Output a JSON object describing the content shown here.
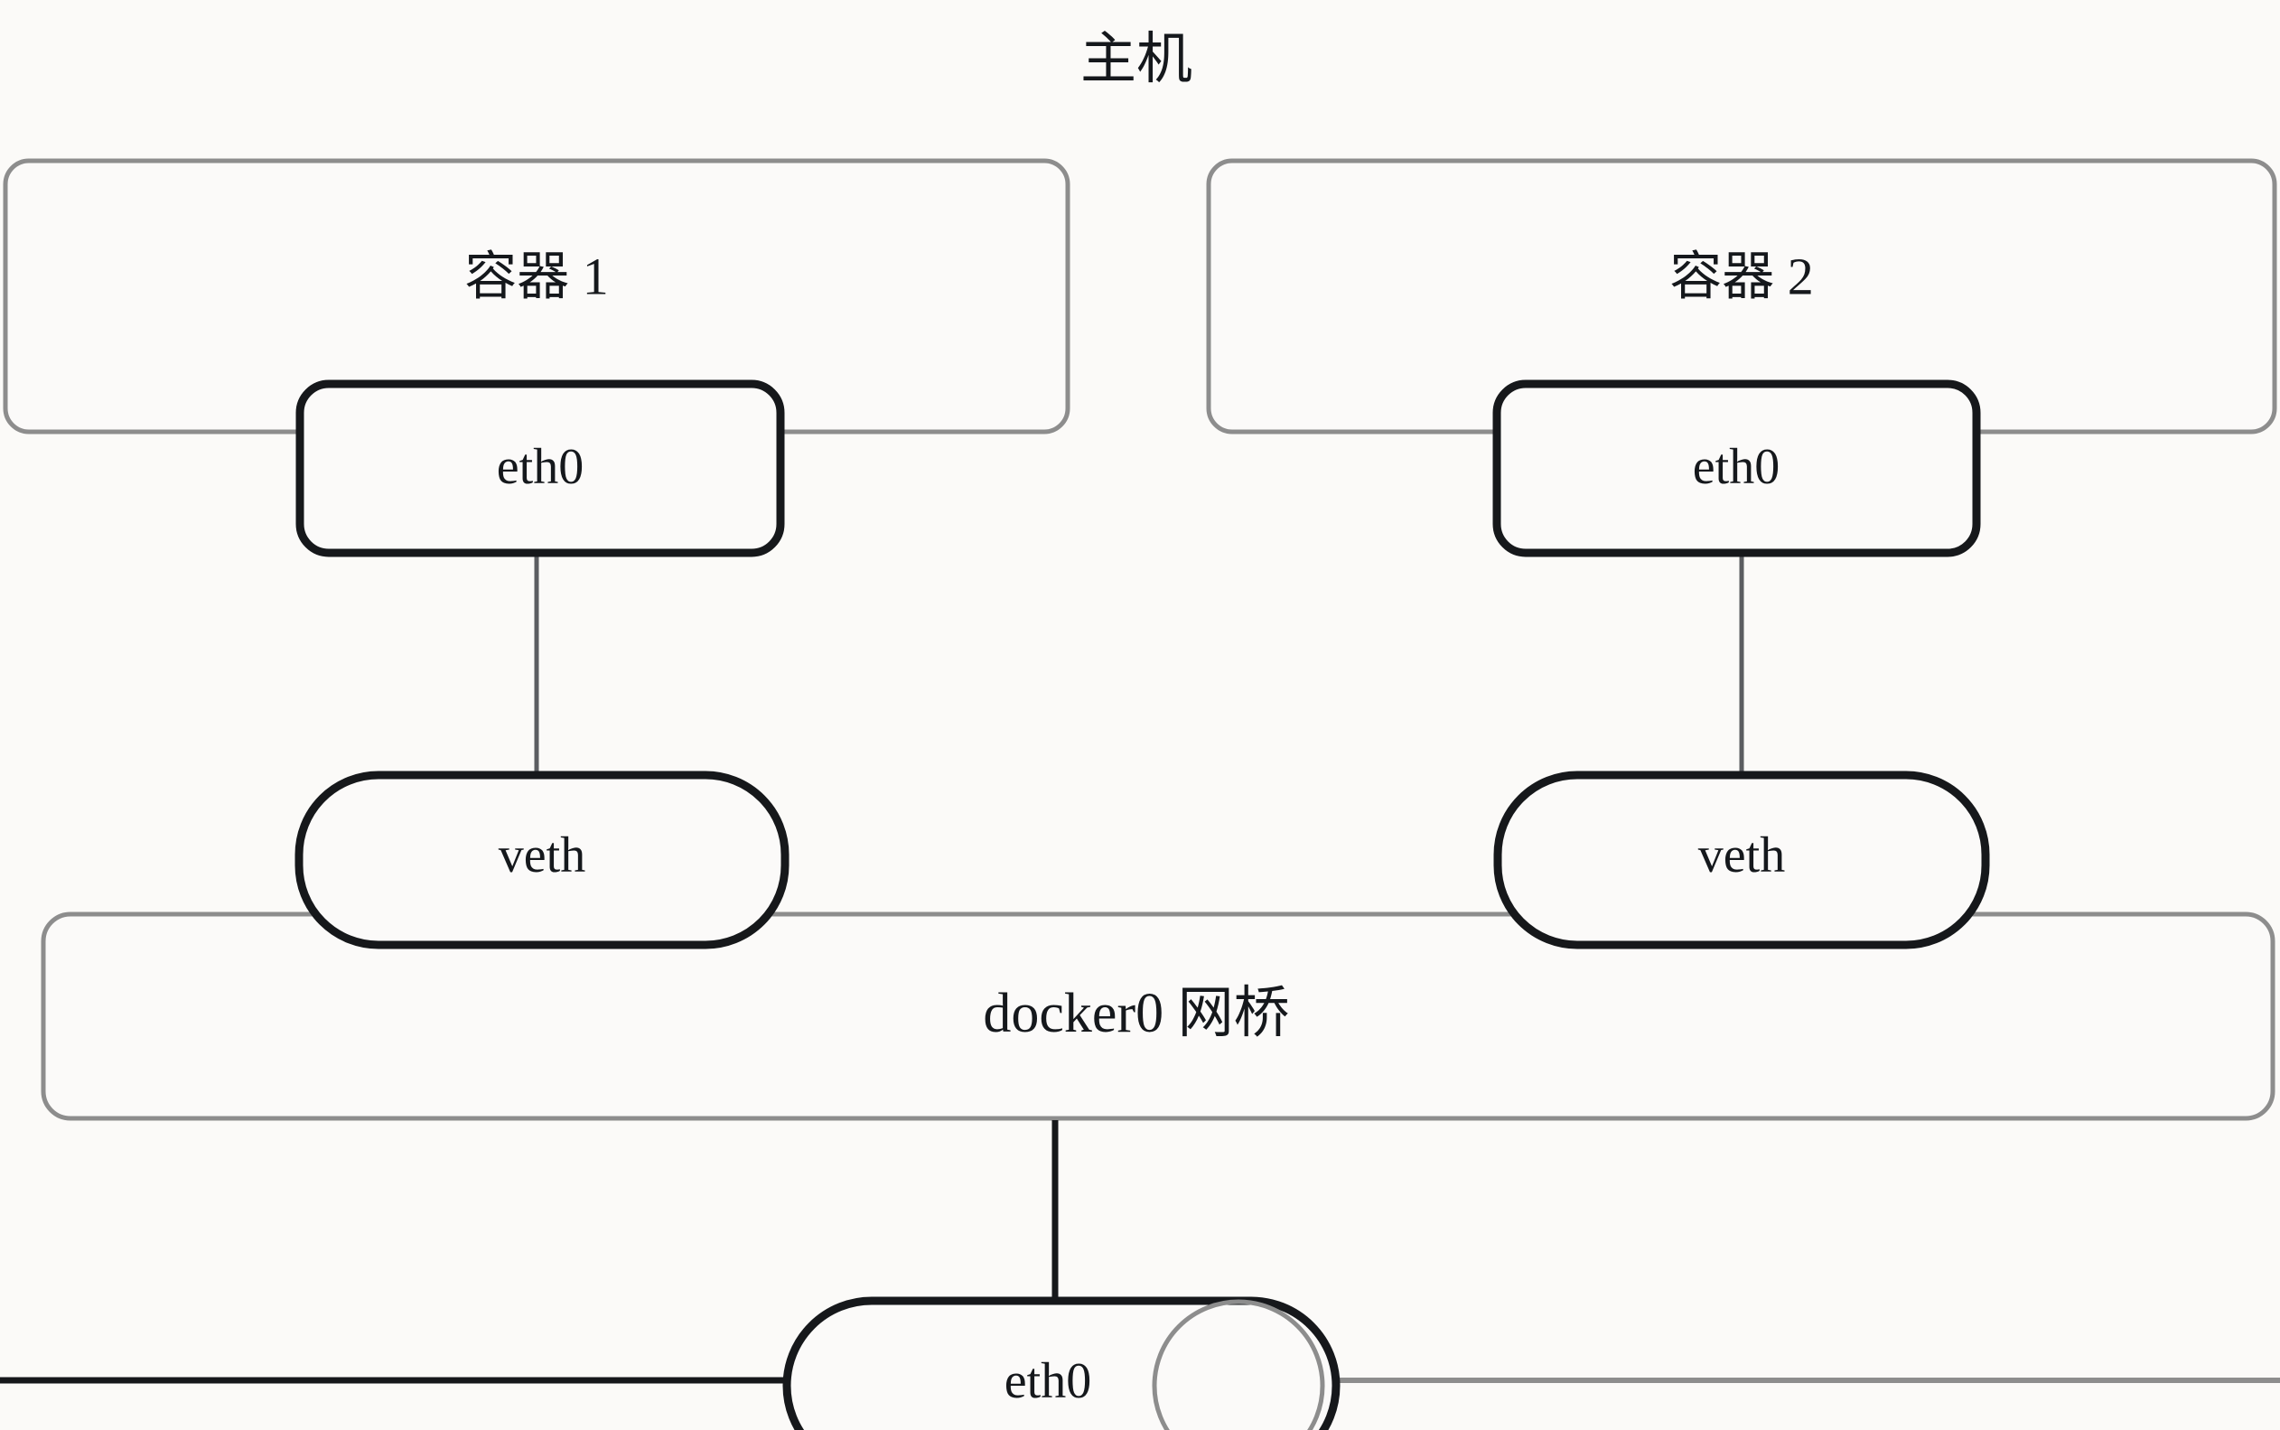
{
  "diagram": {
    "title": "主机",
    "bridge": {
      "label": "docker0 网桥"
    },
    "containers": [
      {
        "label": "容器 1",
        "eth": {
          "label": "eth0"
        },
        "veth": {
          "label": "veth"
        }
      },
      {
        "label": "容器 2",
        "eth": {
          "label": "eth0"
        },
        "veth": {
          "label": "veth"
        }
      }
    ],
    "host_nic": {
      "label": "eth0"
    },
    "colors": {
      "background": "#fbfaf8",
      "outer_border": "#8d8d8d",
      "node_border": "#16181b",
      "text": "#15181c",
      "link_dark": "#16181b",
      "link_gray": "#8d8d8d"
    }
  }
}
